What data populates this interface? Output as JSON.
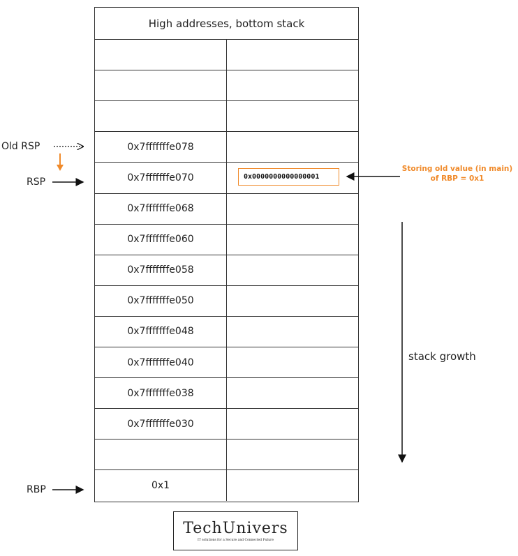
{
  "header": {
    "title": "High addresses, bottom stack"
  },
  "rows": [
    {
      "address": "",
      "value": ""
    },
    {
      "address": "",
      "value": ""
    },
    {
      "address": "",
      "value": ""
    },
    {
      "address": "0x7fffffffe078",
      "value": ""
    },
    {
      "address": "0x7fffffffe070",
      "value": "0x0000000000000001"
    },
    {
      "address": "0x7fffffffe068",
      "value": ""
    },
    {
      "address": "0x7fffffffe060",
      "value": ""
    },
    {
      "address": "0x7fffffffe058",
      "value": ""
    },
    {
      "address": "0x7fffffffe050",
      "value": ""
    },
    {
      "address": "0x7fffffffe048",
      "value": ""
    },
    {
      "address": "0x7fffffffe040",
      "value": ""
    },
    {
      "address": "0x7fffffffe038",
      "value": ""
    },
    {
      "address": "0x7fffffffe030",
      "value": ""
    },
    {
      "address": "",
      "value": ""
    },
    {
      "address": "0x1",
      "value": ""
    }
  ],
  "pointers": {
    "old_rsp": "Old RSP",
    "rsp": "RSP",
    "rbp": "RBP"
  },
  "annotation": {
    "line1": "Storing old value (in main)",
    "line2": "of RBP = 0x1"
  },
  "growth_label": "stack growth",
  "logo": {
    "name": "TechUnivers",
    "tagline": "IT solutions for a Secure and Connected Future"
  },
  "colors": {
    "accent": "#f08a2a",
    "line": "#333333"
  }
}
